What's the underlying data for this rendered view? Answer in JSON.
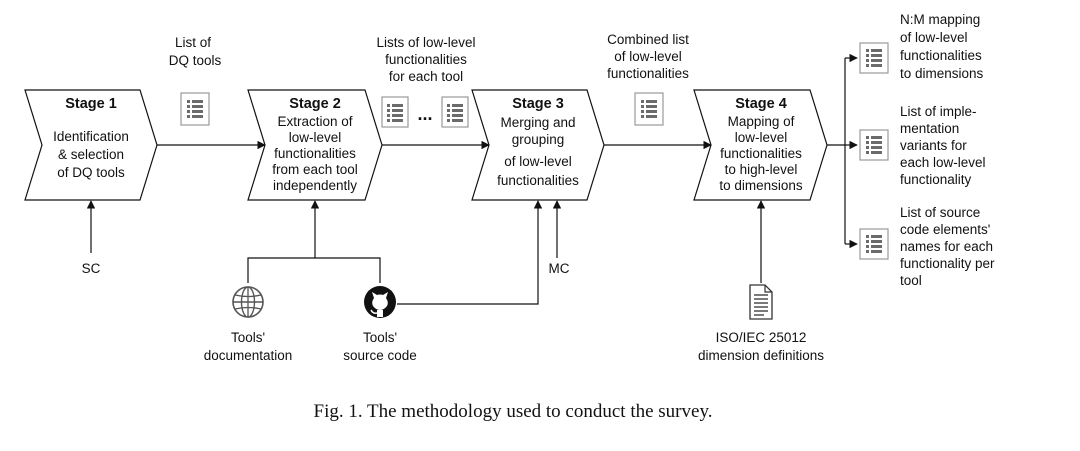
{
  "stages": [
    {
      "title": "Stage 1",
      "lines": [
        "Identification",
        "& selection",
        "of DQ tools"
      ]
    },
    {
      "title": "Stage 2",
      "lines": [
        "Extraction of",
        "low-level",
        "functionalities",
        "from each tool",
        "independently"
      ]
    },
    {
      "title": "Stage 3",
      "lines": [
        "Merging and",
        "grouping",
        "of low-level",
        "functionalities"
      ]
    },
    {
      "title": "Stage 4",
      "lines": [
        "Mapping of",
        "low-level",
        "functionalities",
        "to high-level",
        "to dimensions"
      ]
    }
  ],
  "artifacts": {
    "list_of_tools": [
      "List of",
      "DQ tools"
    ],
    "lists_per_tool": [
      "Lists of low-level",
      "functionalities",
      "for each tool"
    ],
    "ellipsis": "...",
    "combined_list": [
      "Combined list",
      "of low-level",
      "functionalities"
    ]
  },
  "outputs": [
    [
      "N:M mapping",
      "of low-level",
      "functionalities",
      "to dimensions"
    ],
    [
      "List of imple-",
      "mentation",
      "variants for",
      "each low-level",
      "functionality"
    ],
    [
      "List of source",
      "code elements'",
      "names for each",
      "functionality per",
      "tool"
    ]
  ],
  "inputs": {
    "sc": "SC",
    "mc": "MC",
    "documentation": [
      "Tools'",
      "documentation"
    ],
    "source_code": [
      "Tools'",
      "source code"
    ],
    "iso": [
      "ISO/IEC 25012",
      "dimension definitions"
    ]
  },
  "icons": {
    "list": "list-document-icon",
    "globe": "globe-icon",
    "github": "github-icon",
    "document": "text-document-icon"
  },
  "colors": {
    "stroke": "#111111",
    "icon_gray": "#6b6b6b",
    "icon_border": "#9a9a9a"
  },
  "caption": "Fig. 1.  The methodology used to conduct the survey."
}
